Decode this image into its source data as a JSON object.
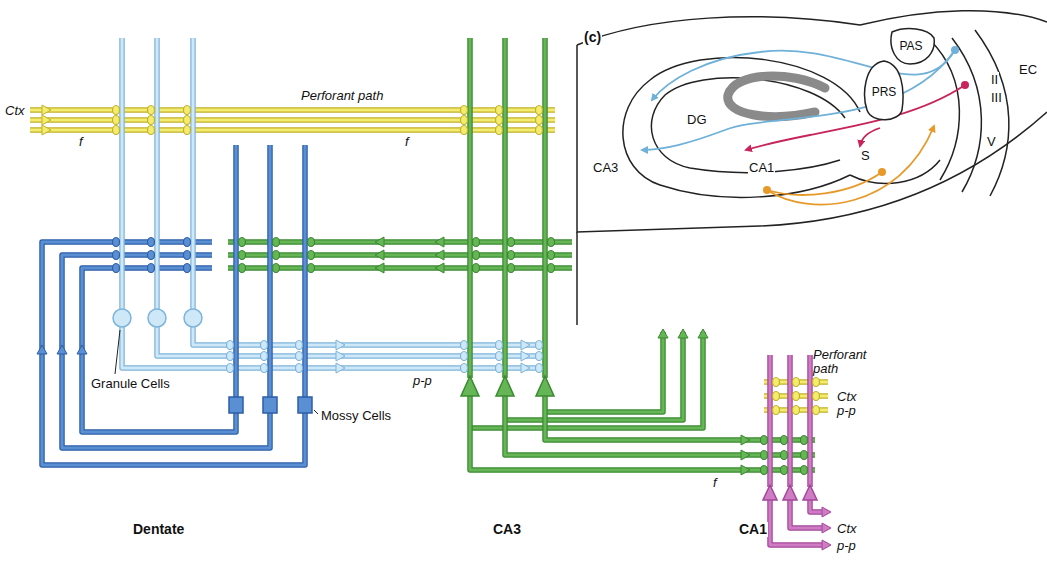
{
  "diagram": {
    "nodes": [
      {
        "text": [
          "PRS"
        ]
      },
      {
        "text": [
          "PAS"
        ]
      }
    ],
    "labels": [
      "Perforant path",
      "Ctx",
      "f",
      "f",
      "Granule Cells",
      "Mossy Cells",
      "p-p",
      "Dentate",
      "CA3",
      "CA1",
      "(c)",
      "DG",
      "CA3",
      "CA1",
      "S",
      "II",
      "III",
      "V",
      "EC",
      "Perforant path",
      "Ctx",
      "p-p",
      "f",
      "Ctx",
      "p-p"
    ]
  }
}
